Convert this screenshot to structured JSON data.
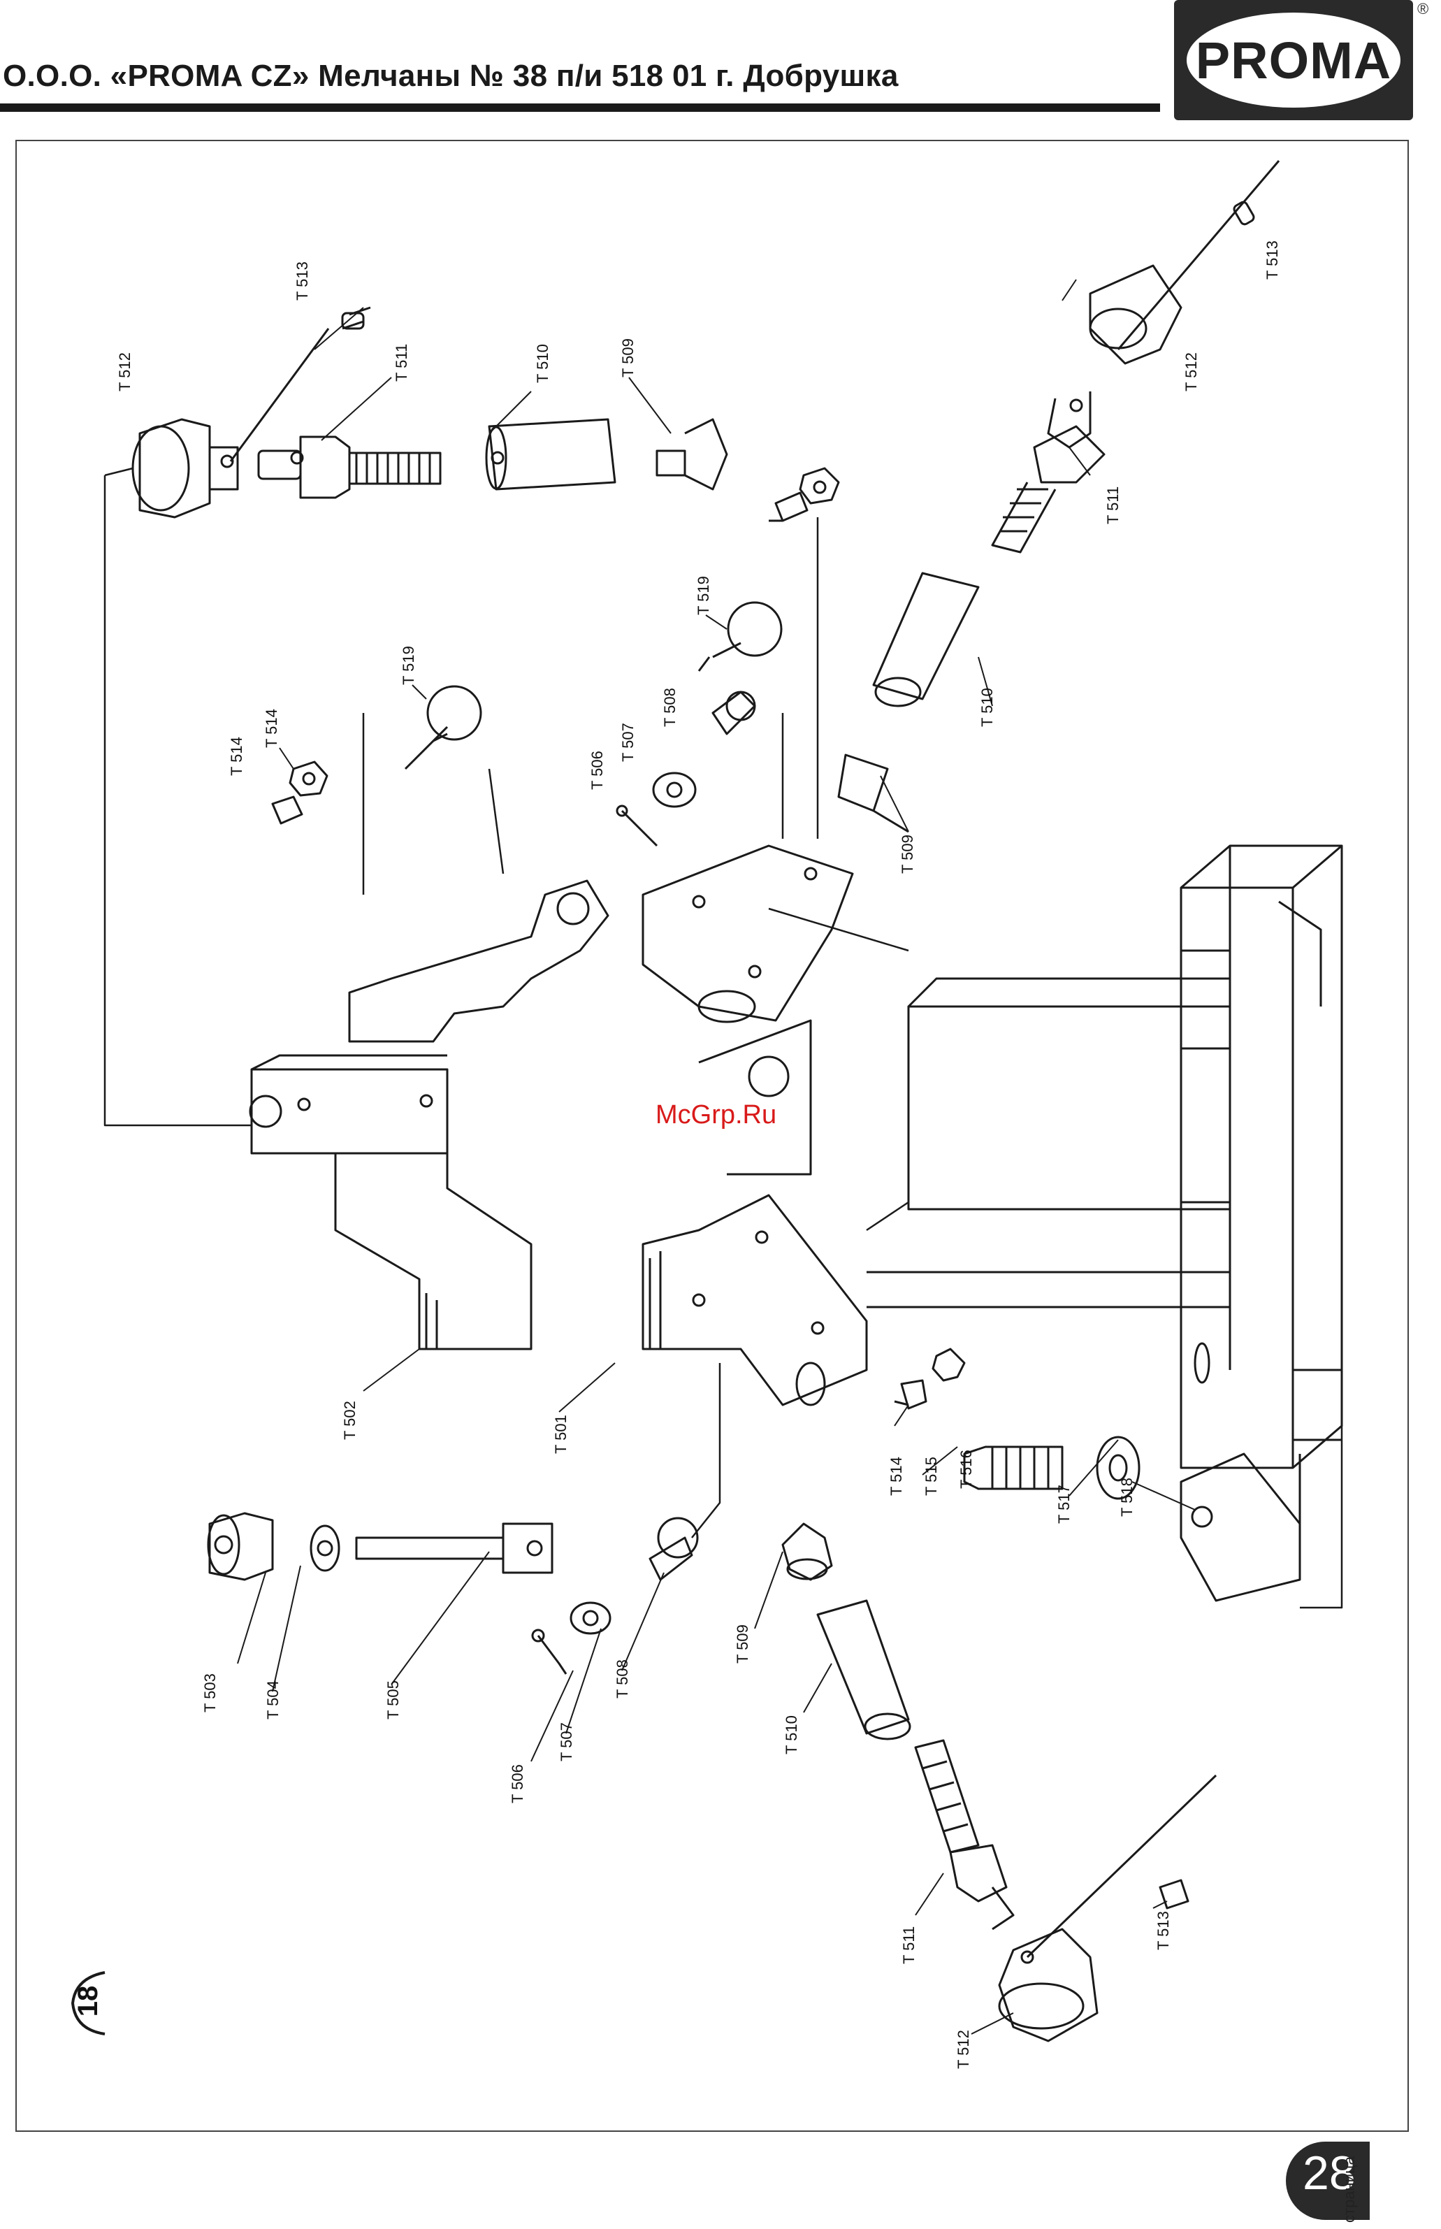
{
  "header": {
    "title": "О.О.О. «PROMA CZ» Мелчаны № 38 п/и 518 01 г. Добрушка",
    "logo_text": "PROMA",
    "registered_mark": "®"
  },
  "watermark": "McGrp.Ru",
  "side_tab_number": "18",
  "page": {
    "number": "28",
    "word": "страница"
  },
  "part_labels": [
    "T 513",
    "T 512",
    "T 511",
    "T 510",
    "T 509",
    "T 519",
    "T 514",
    "T 508",
    "T 507",
    "T 506",
    "T 502",
    "T 501",
    "T 503",
    "T 504",
    "T 505",
    "T 515",
    "T 516",
    "T 517",
    "T 518"
  ],
  "colors": {
    "ink": "#1a1a1a",
    "watermark": "#d91a1a",
    "badge": "#2a2a2a"
  }
}
